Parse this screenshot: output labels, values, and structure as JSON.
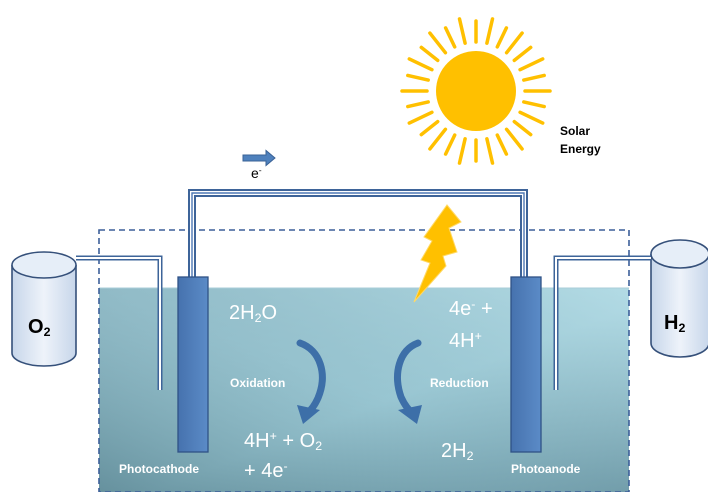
{
  "labels": {
    "solar_line1": "Solar",
    "solar_line2": "Energy",
    "electron": "e",
    "electron_charge": "-",
    "o2_tank": {
      "base": "O",
      "sub": "2"
    },
    "h2_tank": {
      "base": "H",
      "sub": "2"
    },
    "oxidation": "Oxidation",
    "reduction": "Reduction",
    "photocathode": "Photocathode",
    "photoanode": "Photoanode"
  },
  "equations": {
    "water": {
      "a": "2H",
      "sub": "2",
      "b": "O"
    },
    "products_line1": {
      "a": "4H",
      "sup": "+",
      "b": " + O",
      "sub": "2"
    },
    "products_line2": {
      "a": "+ 4e",
      "sup": "-"
    },
    "reactants_line1": {
      "a": "4e",
      "sup": "-",
      "b": " +"
    },
    "reactants_line2": {
      "a": "4H",
      "sup": "+"
    },
    "hydrogen": {
      "a": "2H",
      "sub": "2"
    }
  },
  "colors": {
    "sun": "#FFC000",
    "wire": "#4A70A8",
    "electrode": "#4F81BD",
    "water_top": "#B7E0EA",
    "water_bottom": "#56808E",
    "tank_fill": "#DCE6F2",
    "bolt": "#FFC000",
    "arrow": "#3D6FA8"
  },
  "icons": {
    "sun": "sun-icon",
    "bolt": "lightning-bolt-icon",
    "electron_arrow": "arrow-right-icon"
  }
}
